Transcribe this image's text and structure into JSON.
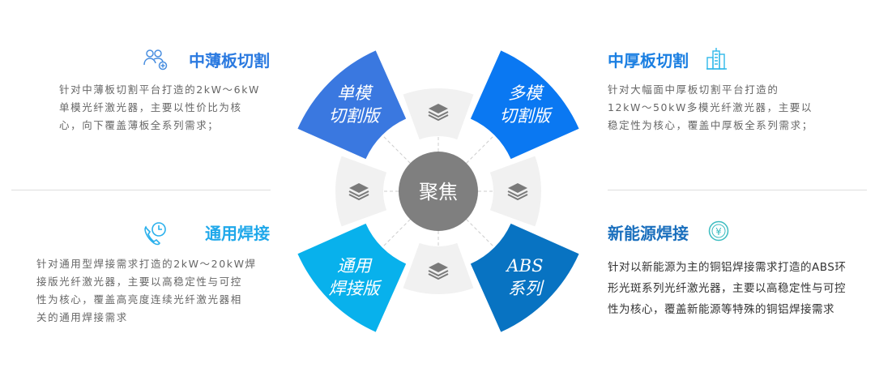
{
  "center": {
    "label": "聚焦"
  },
  "sectors": [
    {
      "lines": [
        "单模",
        "切割版"
      ],
      "color": "#3a78e0"
    },
    {
      "lines": [
        "多模",
        "切割版"
      ],
      "color": "#0a78f2"
    },
    {
      "lines": [
        "通用",
        "焊接版"
      ],
      "color": "#08b1ec"
    },
    {
      "lines": [
        "ABS",
        "系列"
      ],
      "color": "#0873c2"
    }
  ],
  "gray_color": "#f1f1f1",
  "center_color": "#7f7f7f",
  "sections": {
    "top_left": {
      "title": "中薄板切割",
      "title_color": "#2b7ae0",
      "icon": "users-plus-icon",
      "lines": [
        "针对中薄板切割平台打造的2kW～6kW",
        "单模光纤激光器，主要以性价比为核",
        "心，向下覆盖薄板全系列需求；"
      ]
    },
    "bottom_left": {
      "title": "通用焊接",
      "title_color": "#1fa8ea",
      "icon": "phone-clock-icon",
      "lines": [
        "针对通用型焊接需求打造的2kW～20kW焊",
        "接版光纤激光器，主要以高稳定性与可控",
        "性为核心，覆盖高亮度连续光纤激光器相",
        "关的通用焊接需求"
      ]
    },
    "top_right": {
      "title": "中厚板切割",
      "title_color": "#1b7fe2",
      "icon": "buildings-icon",
      "lines": [
        "针对大幅面中厚板切割平台打造的",
        "12kW～50kW多模光纤激光器，主要以",
        "稳定性为核心，覆盖中厚板全系列需求；"
      ]
    },
    "bottom_right": {
      "title": "新能源焊接",
      "title_color": "#1a6fbd",
      "icon": "yuan-coin-icon",
      "lines": [
        "针对以新能源为主的铜铝焊接需求打造的ABS环",
        "形光斑系列光纤激光器，主要以高稳定性与可控",
        "性为核心，覆盖新能源等特殊的铜铝焊接需求"
      ]
    }
  }
}
